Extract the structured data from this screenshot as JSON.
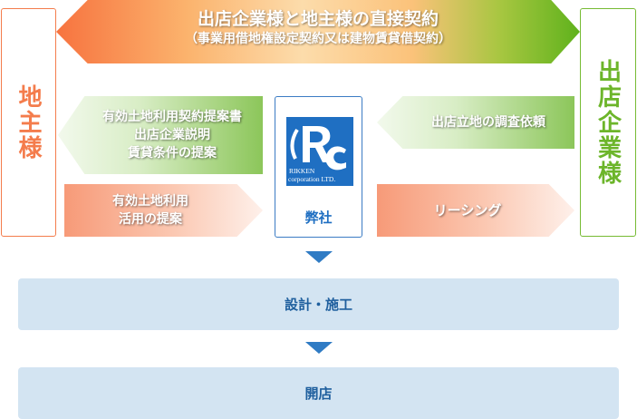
{
  "banner": {
    "title": "出店企業様と地主様の直接契約",
    "subtitle": "（事業用借地権設定契約又は建物賃貸借契約）"
  },
  "left_party": {
    "label": "地主様",
    "color": "#f47c4c"
  },
  "right_party": {
    "label": "出店企業様",
    "color": "#6cb52a"
  },
  "company": {
    "name": "弊社",
    "logo": {
      "letters": "RC",
      "line1": "RIKKEN",
      "line2": "corporation LTD.",
      "color": "#1f6fc2"
    }
  },
  "arrows": {
    "to_landowner_green": [
      "有効土地利用契約提案書",
      "出店企業説明",
      "賃貸条件の提案"
    ],
    "to_landowner_orange": [
      "有効土地利用",
      "活用の提案"
    ],
    "from_tenant_green": [
      "出店立地の調査依頼"
    ],
    "to_tenant_orange": [
      "リーシング"
    ]
  },
  "steps": [
    {
      "label": "設計・施工"
    },
    {
      "label": "開店"
    }
  ],
  "colors": {
    "step_bg": "#d3e4f2",
    "step_text": "#1f5f9e",
    "down_arrow": "#2f7bc4"
  }
}
